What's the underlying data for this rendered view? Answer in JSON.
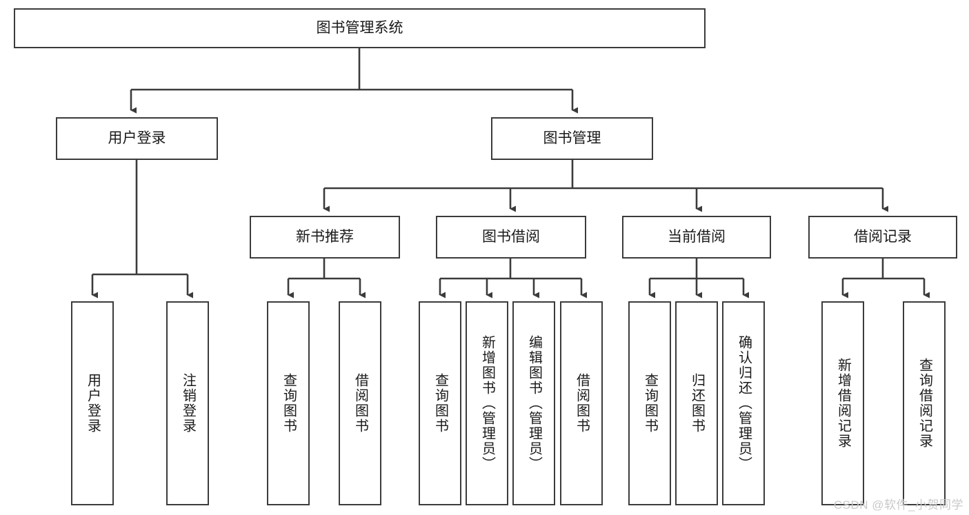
{
  "diagram": {
    "type": "tree",
    "title_node": {
      "label": "图书管理系统"
    },
    "level2": [
      {
        "id": "user-login",
        "label": "用户登录"
      },
      {
        "id": "book-manage",
        "label": "图书管理"
      }
    ],
    "level3": [
      {
        "id": "new-book-rec",
        "label": "新书推荐"
      },
      {
        "id": "book-borrow",
        "label": "图书借阅"
      },
      {
        "id": "current-borrow",
        "label": "当前借阅"
      },
      {
        "id": "borrow-record",
        "label": "借阅记录"
      }
    ],
    "leaves": [
      {
        "id": "leaf-user-login",
        "label": "用户登录"
      },
      {
        "id": "leaf-user-logout",
        "label": "注销登录"
      },
      {
        "id": "leaf-query-book-1",
        "label": "查询图书"
      },
      {
        "id": "leaf-borrow-book-1",
        "label": "借阅图书"
      },
      {
        "id": "leaf-query-book-2",
        "label": "查询图书"
      },
      {
        "id": "leaf-add-book",
        "label": "新增图书（管理员）"
      },
      {
        "id": "leaf-edit-book",
        "label": "编辑图书（管理员）"
      },
      {
        "id": "leaf-borrow-book-2",
        "label": "借阅图书"
      },
      {
        "id": "leaf-query-book-3",
        "label": "查询图书"
      },
      {
        "id": "leaf-return-book",
        "label": "归还图书"
      },
      {
        "id": "leaf-confirm-return",
        "label": "确认归还（管理员）"
      },
      {
        "id": "leaf-add-record",
        "label": "新增借阅记录"
      },
      {
        "id": "leaf-query-record",
        "label": "查询借阅记录"
      }
    ]
  },
  "watermark": {
    "text": "CSDN @软件_小贺同学"
  },
  "colors": {
    "border": "#3b3b3b",
    "text": "#1a1a1a",
    "background": "#ffffff",
    "watermark": "#c9c9c9"
  }
}
